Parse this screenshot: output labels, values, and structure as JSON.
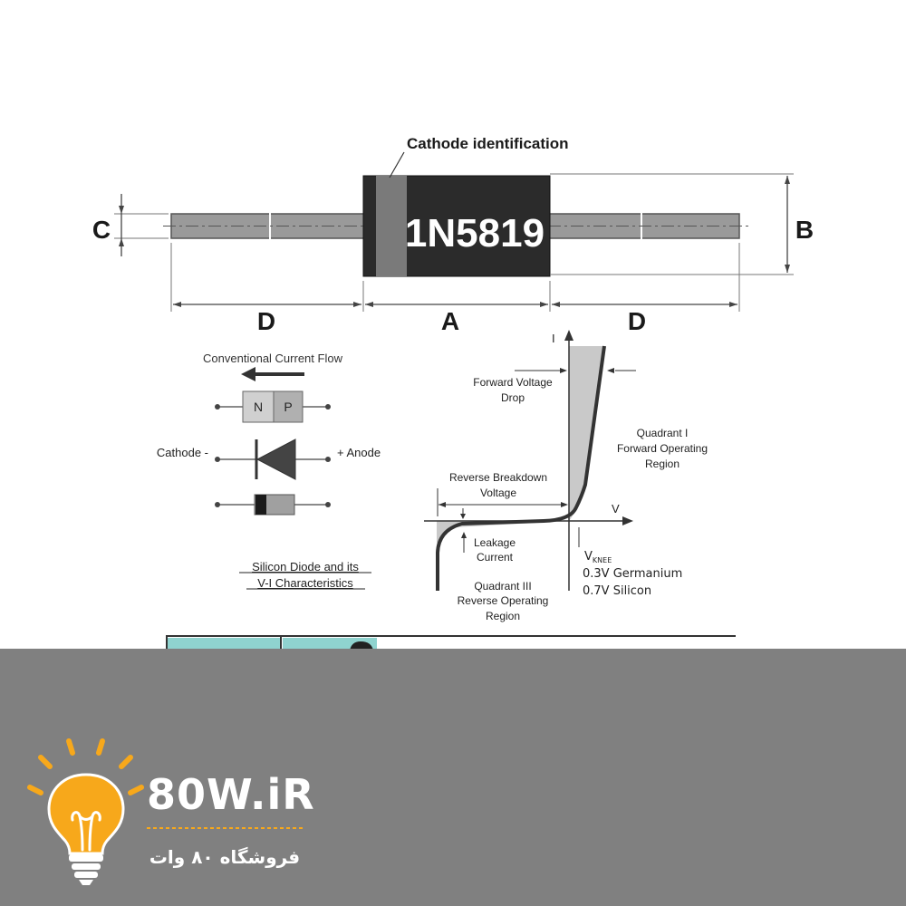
{
  "package": {
    "callout": "Cathode identification",
    "part_number": "1N5819",
    "dims": {
      "a": "A",
      "b": "B",
      "c": "C",
      "d": "D"
    }
  },
  "symbols": {
    "flow_label": "Conventional Current Flow",
    "n_label": "N",
    "p_label": "P",
    "cathode_label": "Cathode -",
    "anode_label": "+ Anode",
    "caption_line1": "Silicon Diode and its",
    "caption_line2": "V-I Characteristics"
  },
  "vi_graph": {
    "axis_i": "I",
    "axis_v": "V",
    "forward_drop_line1": "Forward Voltage",
    "forward_drop_line2": "Drop",
    "q1_line1": "Quadrant I",
    "q1_line2": "Forward Operating",
    "q1_line3": "Region",
    "breakdown_line1": "Reverse Breakdown",
    "breakdown_line2": "Voltage",
    "leakage_line1": "Leakage",
    "leakage_line2": "Current",
    "q3_line1": "Quadrant III",
    "q3_line2": "Reverse Operating",
    "q3_line3": "Region",
    "vknee_main": "V",
    "vknee_sub": "KNEE",
    "germanium": "0.3V Germanium",
    "silicon": "0.7V Silicon"
  },
  "brand": {
    "name": "80W.iR",
    "tagline": "فروشگاه ۸۰ وات"
  },
  "colors": {
    "banner": "#808080",
    "body_black": "#2b2b2b",
    "band_gray": "#7a7a7a",
    "lead_gray": "#9a9a9a",
    "accent_orange": "#f7a81b",
    "teal_cell": "#8fd3cf"
  }
}
